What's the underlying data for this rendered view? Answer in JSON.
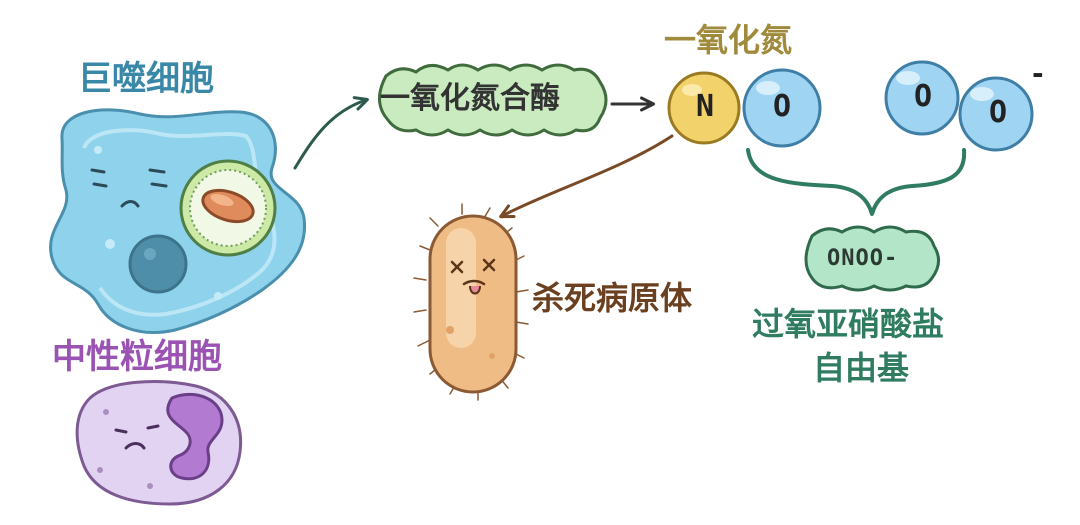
{
  "labels": {
    "macrophage": "巨噬细胞",
    "neutrophil": "中性粒细胞",
    "enzyme": "一氧化氮合酶",
    "nitric_oxide": "一氧化氮",
    "kill_pathogen": "杀死病原体",
    "peroxynitrite_line1": "过氧亚硝酸盐",
    "peroxynitrite_line2": "自由基",
    "onoo_formula": "ONOO-"
  },
  "atoms": {
    "n": "N",
    "o1": "O",
    "o2": "O",
    "o3": "O",
    "charge": "-"
  },
  "colors": {
    "macrophage_label": "#3a88a8",
    "neutrophil_label": "#9a52b3",
    "no_label": "#a08a3c",
    "kill_label": "#6b4020",
    "peroxynitrite_label": "#2f7c61",
    "enzyme_fill": "#c9ebbf",
    "onoo_fill": "#b3e6c8",
    "macrophage_fill": "#8fd2ec",
    "neutrophil_fill": "#e3d3f3",
    "pathogen_fill": "#f0bc86",
    "n_atom": "#f2d26a",
    "o_atom": "#9fd4f2"
  },
  "icons": [
    "arrow-right-icon",
    "curly-brace-icon",
    "sad-face-icon",
    "dizzy-face-icon"
  ]
}
